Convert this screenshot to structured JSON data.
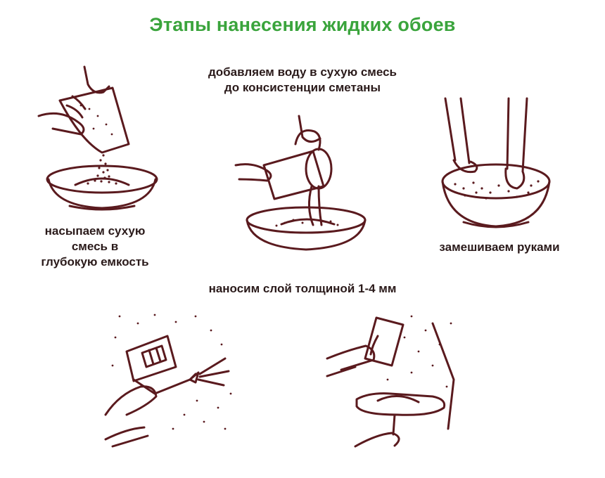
{
  "title": "Этапы нанесения жидких обоев",
  "steps": [
    {
      "caption_lines": [
        "насыпаем сухую",
        "смесь в",
        "глубокую емкость"
      ]
    },
    {
      "caption_lines": [
        "добавляем воду в сухую смесь",
        "до консистенции сметаны"
      ]
    },
    {
      "caption_lines": [
        "замешиваем руками"
      ]
    },
    {
      "caption_lines": [
        "наносим слой толщиной 1-4 мм"
      ]
    }
  ],
  "colors": {
    "title": "#3aa43c",
    "ink": "#5a1a1e",
    "text": "#2a1a1a"
  }
}
